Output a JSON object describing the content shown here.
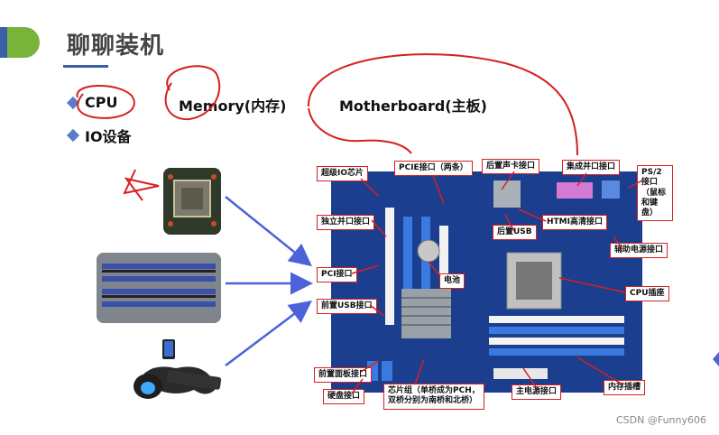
{
  "slide": {
    "title": "聊聊装机",
    "bullets": {
      "cpu": "CPU",
      "memory": "Memory(内存)",
      "motherboard": "Motherboard(主板)",
      "io": "IO设备"
    }
  },
  "callouts": {
    "super_io": "超级IO芯片",
    "pcie": "PCIE接口（两条）",
    "rear_card": "后置声卡接口",
    "parallel": "集成并口接口",
    "ps2": "PS/2接口（鼠标和键盘）",
    "standalone_parallel": "独立并口接口",
    "hdmi": "HTMI高清接口",
    "rear_usb": "后置USB",
    "aux_power": "辅助电源接口",
    "pci": "PCI接口",
    "battery": "电池",
    "cpu_socket": "CPU插座",
    "front_usb": "前置USB接口",
    "front_panel": "前置面板接口",
    "hdd": "硬盘接口",
    "chipset": "芯片组（单桥成为PCH，双桥分别为南桥和北桥）",
    "main_power": "主电源接口",
    "memory_slot": "内存插槽"
  },
  "watermark": "CSDN @Funny606",
  "colors": {
    "accent_green": "#79b33a",
    "accent_blue": "#3a5fa8",
    "callout_border": "#d62020",
    "annotation_red": "#d62020",
    "arrow_blue": "#4b62d8",
    "board_blue": "#1a3a86"
  }
}
